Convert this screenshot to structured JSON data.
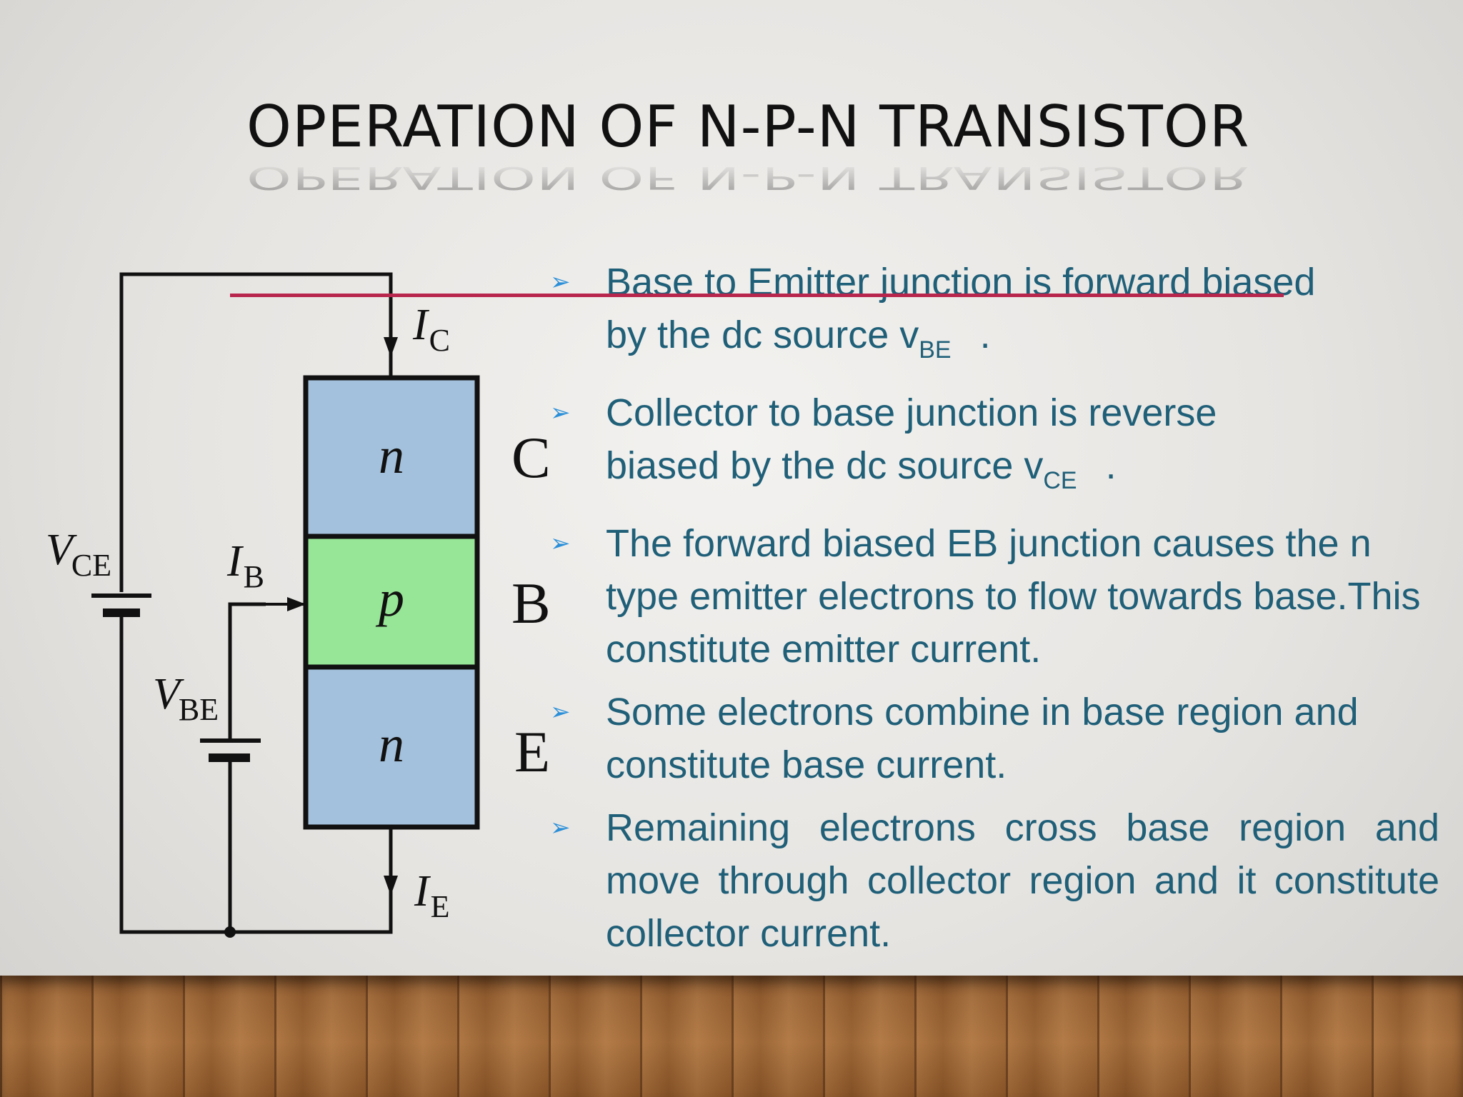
{
  "slide": {
    "title": "OPERATION OF N-P-N TRANSISTOR"
  },
  "diagram": {
    "regions": [
      "n",
      "p",
      "n"
    ],
    "terminals": [
      "C",
      "B",
      "E"
    ],
    "currents": {
      "ic_main": "I",
      "ic_sub": "C",
      "ib_main": "I",
      "ib_sub": "B",
      "ie_main": "I",
      "ie_sub": "E"
    },
    "sources": {
      "vce_main": "V",
      "vce_sub": "CE",
      "vbe_main": "V",
      "vbe_sub": "BE"
    },
    "colors": {
      "n_region": "#a3c1dc",
      "p_region": "#97e697",
      "wire": "#111111"
    }
  },
  "bullets": [
    {
      "text1": "Base to Emitter junction is forward biased",
      "text2": "by the dc source v",
      "sub": "BE",
      "end": "."
    },
    {
      "text1": "Collector to base junction is reverse",
      "text2": "biased by the dc source v",
      "sub": "CE",
      "end": "."
    },
    {
      "text": "The forward biased EB junction causes the n type emitter electrons to flow towards base.This constitute emitter current."
    },
    {
      "text": "Some electrons combine in base region and constitute base current."
    },
    {
      "text": "Remaining electrons cross base region and move through collector region and it constitute collector current."
    }
  ],
  "icons": {
    "bullet": "arrow-bullet-icon"
  },
  "colors": {
    "bullet_text": "#1f5f78",
    "bullet_marker": "#2a8fd8",
    "strike_line": "#b8264d"
  }
}
